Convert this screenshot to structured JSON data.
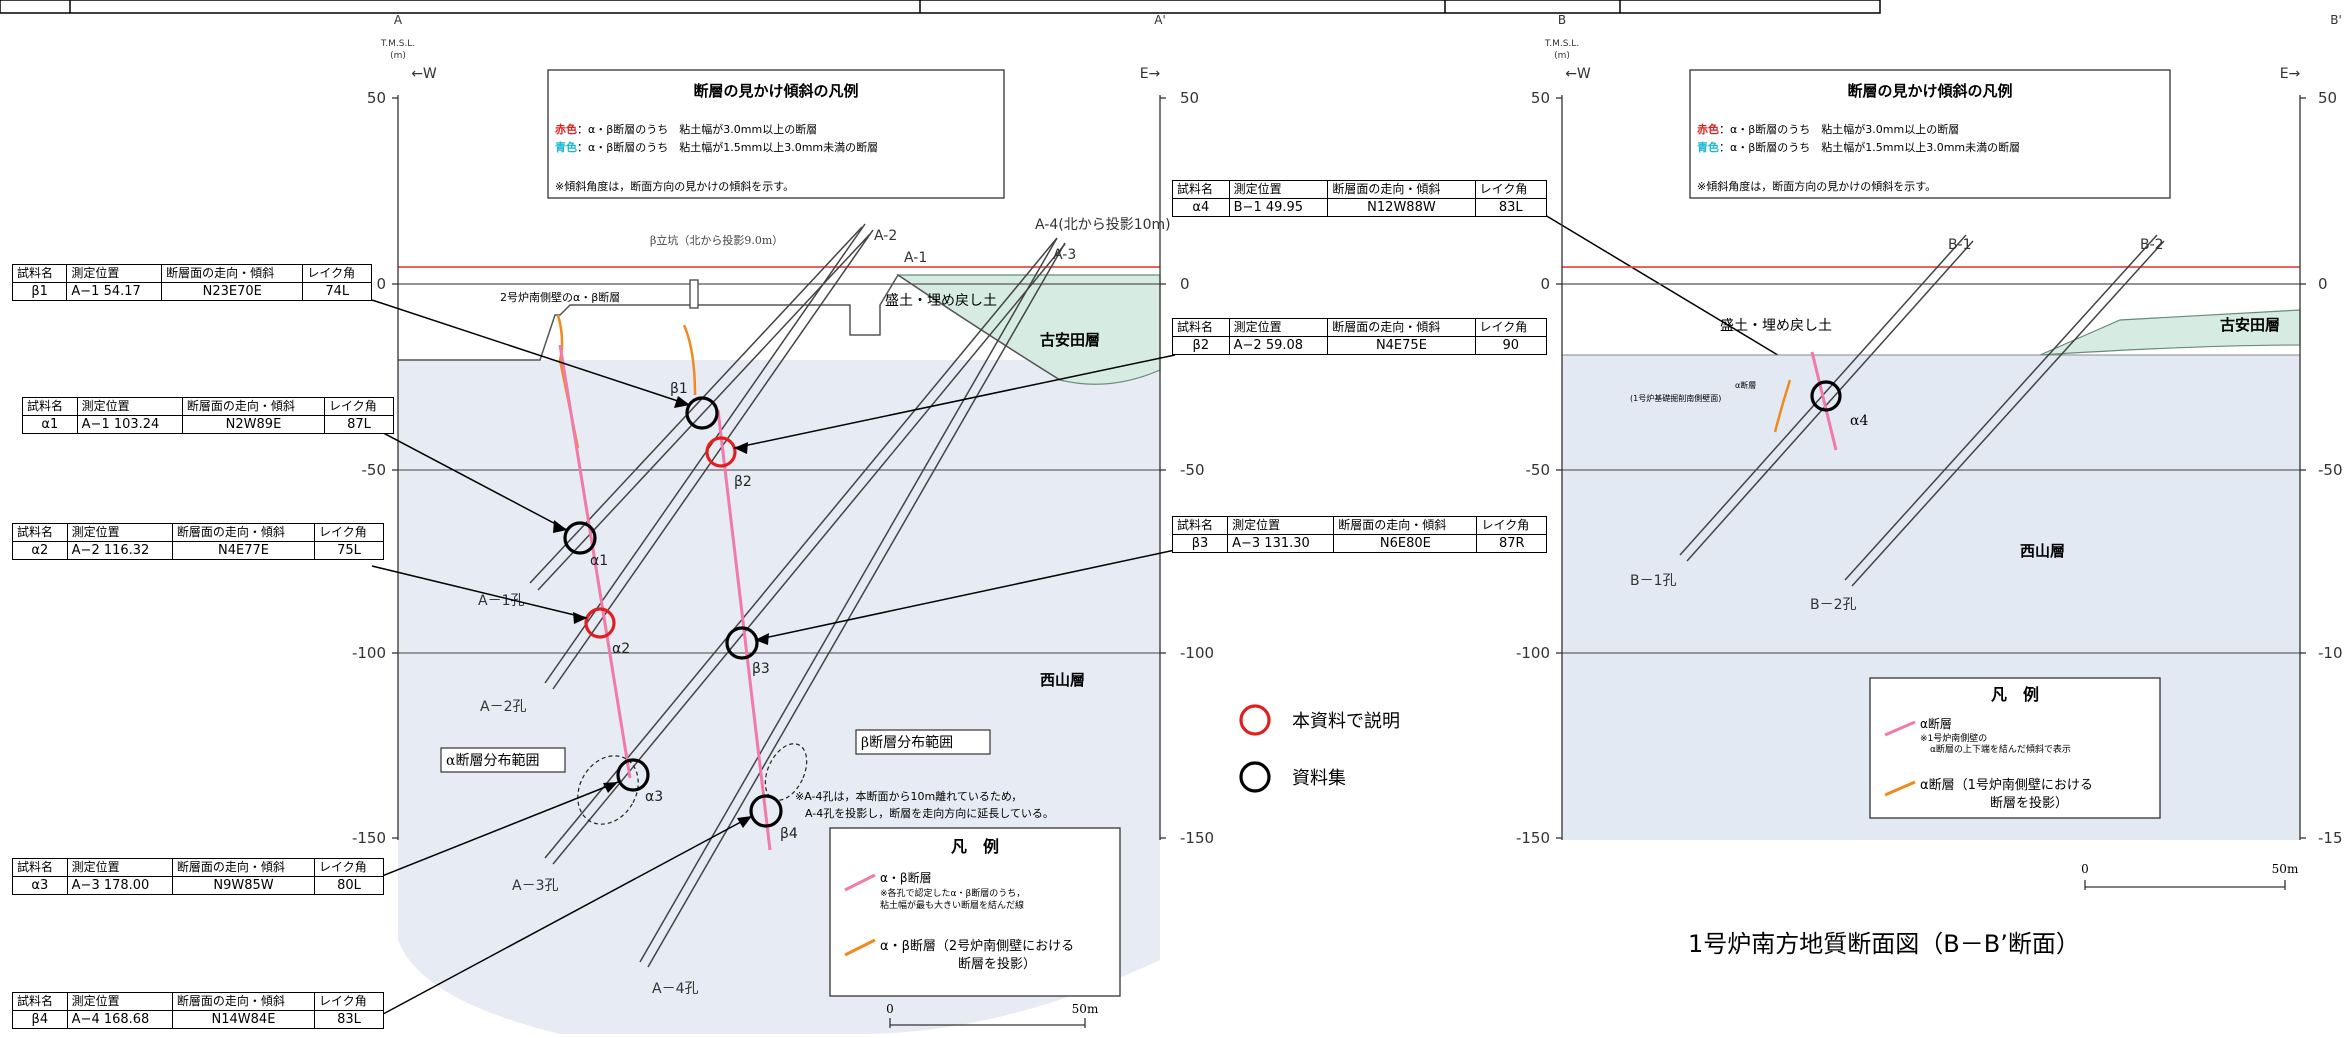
{
  "left": {
    "section_start": "A",
    "section_end": "A'",
    "elevation_label": "T.M.S.L.",
    "elevation_unit": "(m)",
    "west": "←W",
    "east": "E→",
    "y_ticks": [
      "50",
      "0",
      "-50",
      "-100",
      "-150"
    ],
    "y_ticks_right": [
      "50",
      "0",
      "-50",
      "-100",
      "-150"
    ],
    "legend_title": "断層の見かけ傾斜の凡例",
    "legend_red_prefix": "赤色",
    "legend_red_text": "：α・β断層のうち　粘土幅が3.0mm以上の断層",
    "legend_blue_prefix": "青色",
    "legend_blue_text": "：α・β断層のうち　粘土幅が1.5mm以上3.0mm未満の断層",
    "legend_note": "※傾斜角度は，断面方向の見かけの傾斜を示す。",
    "shaft_label": "β立坑（北から投影9.0m）",
    "wall_label": "2号炉南側壁のα・β断層",
    "fill_label": "盛土・埋め戻し土",
    "koyasuda": "古安田層",
    "nishiyama": "西山層",
    "a4_label": "A-4(北から投影10m)",
    "bh_top": [
      "A-2",
      "A-1",
      "A-3"
    ],
    "bh_bottom": [
      "A－1孔",
      "A－2孔",
      "A－3孔",
      "A－4孔"
    ],
    "markers": [
      "β1",
      "β2",
      "α1",
      "α2",
      "β3",
      "α3",
      "β4"
    ],
    "alpha_range": "α断層分布範囲",
    "beta_range": "β断層分布範囲",
    "a4_note_1": "※A-4孔は，本断面から10m離れているため，",
    "a4_note_2": "A-4孔を投影し，断層を走向方向に延長している。",
    "leg2_title": "凡　例",
    "leg2_pink_label": "α・β断層",
    "leg2_pink_note_1": "※各孔で認定したα・β断層のうち，",
    "leg2_pink_note_2": "粘土幅が最も大きい断層を結んだ線",
    "leg2_orange_label_1": "α・β断層（2号炉南側壁における",
    "leg2_orange_label_2": "断層を投影）",
    "scale_0": "0",
    "scale_50": "50m"
  },
  "marker_legend": {
    "red": "本資料で説明",
    "black": "資料集"
  },
  "right": {
    "section_start": "B",
    "section_end": "B'",
    "elevation_label": "T.M.S.L.",
    "elevation_unit": "(m)",
    "west": "←W",
    "east": "E→",
    "y_ticks": [
      "50",
      "0",
      "-50",
      "-100",
      "-150"
    ],
    "y_ticks_right": [
      "50",
      "0",
      "-50",
      "-10",
      "-15"
    ],
    "legend_title": "断層の見かけ傾斜の凡例",
    "legend_red_prefix": "赤色",
    "legend_red_text": "：α・β断層のうち　粘土幅が3.0mm以上の断層",
    "legend_blue_prefix": "青色",
    "legend_blue_text": "：α・β断層のうち　粘土幅が1.5mm以上3.0mm未満の断層",
    "legend_note": "※傾斜角度は，断面方向の見かけの傾斜を示す。",
    "bh_top": [
      "B-1",
      "B-2"
    ],
    "bh_bottom": [
      "B－1孔",
      "B－2孔"
    ],
    "fill_label": "盛土・埋め戻し土",
    "koyasuda": "古安田層",
    "nishiyama": "西山層",
    "alpha_fault_1": "α断層",
    "alpha_fault_2": "(1号炉基礎掘削南側壁面)",
    "marker": "α4",
    "leg_title": "凡　例",
    "leg_pink_label": "α断層",
    "leg_pink_note_1": "※1号炉南側壁の",
    "leg_pink_note_2": "α断層の上下端を結んだ傾斜で表示",
    "leg_orange_label_1": "α断層（1号炉南側壁における",
    "leg_orange_label_2": "断層を投影）",
    "scale_0": "0",
    "scale_50": "50m",
    "caption": "1号炉南方地質断面図（B－B’断面）"
  },
  "table_header": [
    "試料名",
    "測定位置",
    "断層面の走向・傾斜",
    "レイク角"
  ],
  "samples": [
    {
      "name": "β1",
      "pos": "A−1  54.17",
      "strike": "N23E70E",
      "rake": "74L"
    },
    {
      "name": "α1",
      "pos": "A−1  103.24",
      "strike": "N2W89E",
      "rake": "87L"
    },
    {
      "name": "α2",
      "pos": "A−2  116.32",
      "strike": "N4E77E",
      "rake": "75L"
    },
    {
      "name": "α3",
      "pos": "A−3  178.00",
      "strike": "N9W85W",
      "rake": "80L"
    },
    {
      "name": "β4",
      "pos": "A−4  168.68",
      "strike": "N14W84E",
      "rake": "83L"
    },
    {
      "name": "α4",
      "pos": "B−1  49.95",
      "strike": "N12W88W",
      "rake": "83L"
    },
    {
      "name": "β2",
      "pos": "A−2  59.08",
      "strike": "N4E75E",
      "rake": "90"
    },
    {
      "name": "β3",
      "pos": "A−3  131.30",
      "strike": "N6E80E",
      "rake": "87R"
    }
  ],
  "colors": {
    "red_marker": "#e02020",
    "black_marker": "#000000",
    "fault_pink": "#f07aa8",
    "fault_orange": "#f08a1e",
    "nishiyama_fill": "#e3e9f3",
    "koyasuda_fill": "#d3ebe1",
    "red_line": "#e44b4b",
    "blue_text": "#19b7d6"
  }
}
